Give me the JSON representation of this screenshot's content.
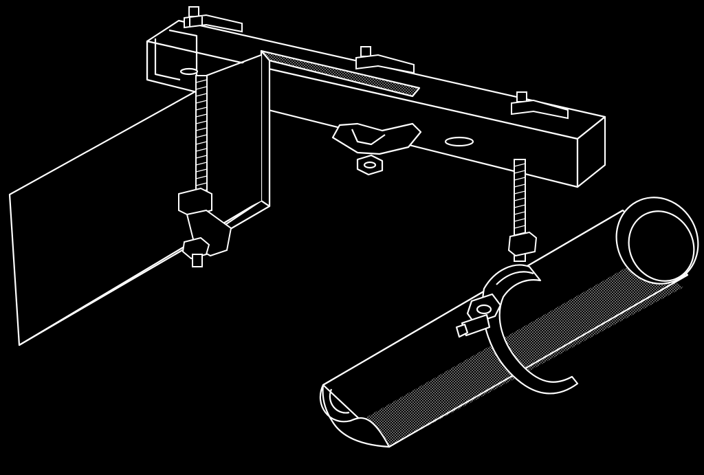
{
  "illustration": {
    "colors": {
      "background": "#000000",
      "line": "#ffffff",
      "hatch": "#9a9a9a"
    },
    "parts": [
      "i-beam",
      "strut-channel",
      "beam-clamp-left",
      "beam-clamp-center",
      "channel-nuts",
      "threaded-rod-left",
      "threaded-rod-right",
      "pipe-clamp",
      "pipe"
    ]
  }
}
